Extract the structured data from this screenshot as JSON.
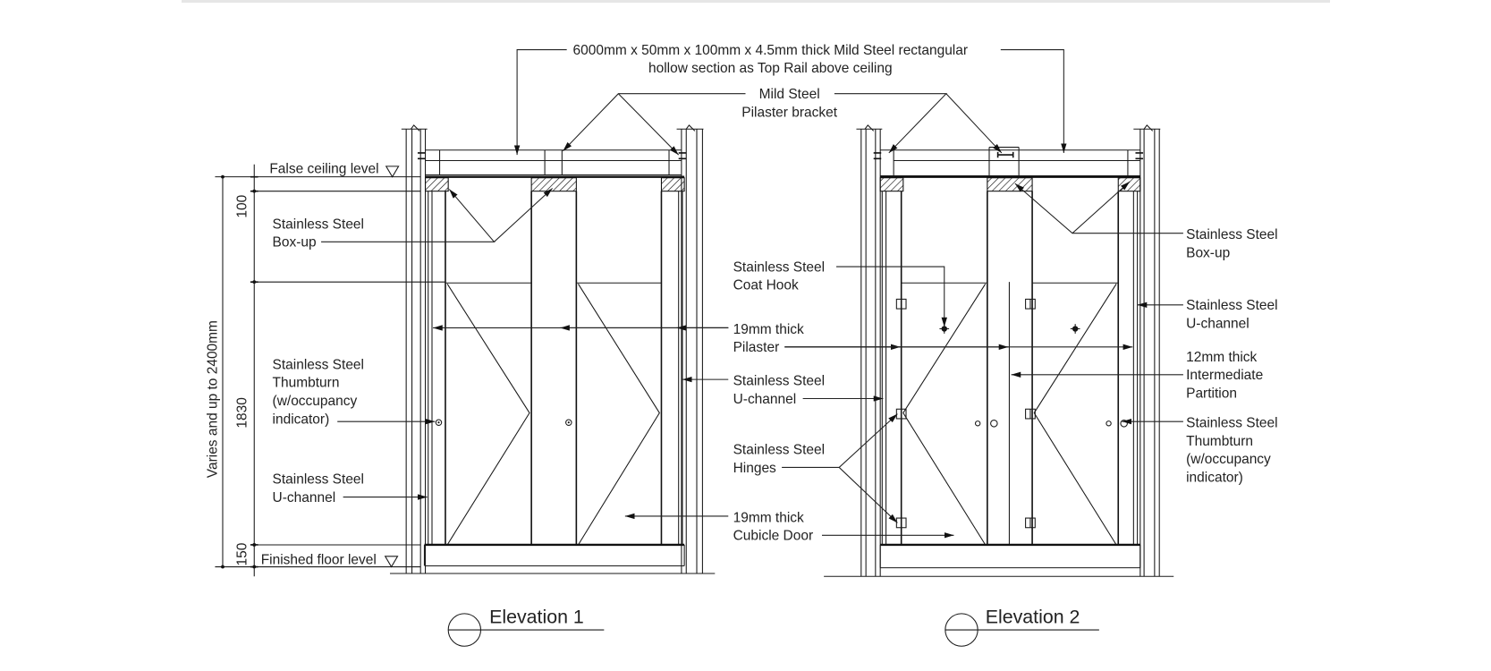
{
  "top_rail": [
    "6000mm x 50mm x 100mm x 4.5mm thick Mild Steel rectangular",
    "hollow section as Top Rail above ceiling"
  ],
  "bracket": [
    "Mild Steel",
    "Pilaster bracket"
  ],
  "levels": {
    "false_ceiling": "False ceiling level",
    "finished_floor": "Finished floor level"
  },
  "dimensions": {
    "d100": "100",
    "d1830": "1830",
    "d150": "150",
    "overall": "Varies and up to 2400mm"
  },
  "elev1": {
    "boxup": [
      "Stainless Steel",
      "Box-up"
    ],
    "thumbturn": [
      "Stainless Steel",
      "Thumbturn",
      "(w/occupancy",
      "indicator)"
    ],
    "uchannel": [
      "Stainless Steel",
      "U-channel"
    ]
  },
  "middle": {
    "coathook": [
      "Stainless Steel",
      "Coat Hook"
    ],
    "pilaster": [
      "19mm thick",
      "Pilaster"
    ],
    "uchannel": [
      "Stainless Steel",
      "U-channel"
    ],
    "hinges": [
      "Stainless Steel",
      "Hinges"
    ],
    "door": [
      "19mm thick",
      "Cubicle Door"
    ]
  },
  "elev2": {
    "boxup": [
      "Stainless Steel",
      "Box-up"
    ],
    "uchannel": [
      "Stainless Steel",
      "U-channel"
    ],
    "partition": [
      "12mm thick",
      "Intermediate",
      "Partition"
    ],
    "thumbturn": [
      "Stainless Steel",
      "Thumbturn",
      "(w/occupancy",
      "indicator)"
    ]
  },
  "titles": {
    "e1": "Elevation 1",
    "e2": "Elevation 2"
  }
}
